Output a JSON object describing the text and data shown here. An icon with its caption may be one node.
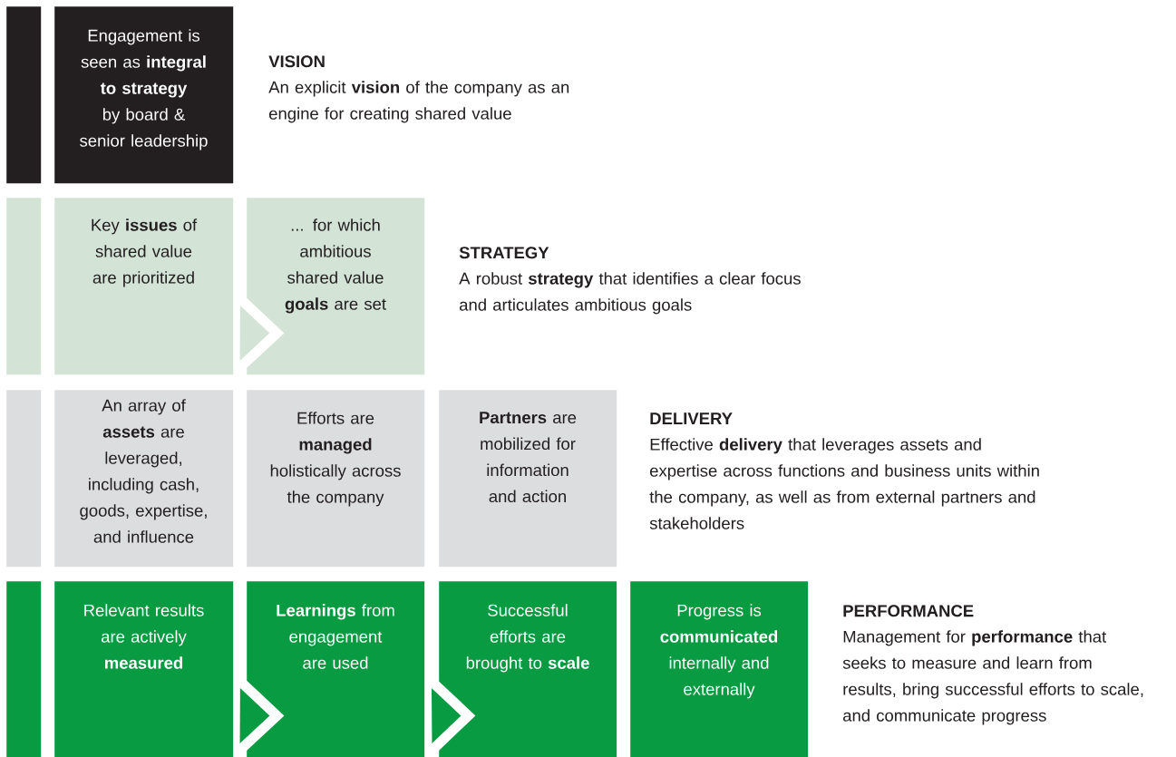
{
  "diagram": {
    "nodes": [
      {
        "text": [],
        "shape": "bar"
      },
      {
        "text": [
          "Engagement is seen as **integral to strategy** by board & senior leadership"
        ]
      },
      {
        "text": [],
        "shape": "bar"
      },
      {
        "text": [
          "Key **issues** of shared value are prioritized"
        ]
      },
      {
        "text": [
          "... for which ambitious shared value **goals** are set"
        ]
      },
      {
        "text": [],
        "shape": "bar"
      },
      {
        "text": [
          "An array of **assets** are leveraged, including cash, goods, expertise, and influence"
        ]
      },
      {
        "text": [
          "Efforts are **managed** holistically across the company"
        ]
      },
      {
        "text": [
          "**Partners** are mobilized for information and action"
        ]
      },
      {
        "text": [],
        "shape": "bar"
      },
      {
        "text": [
          "Relevant results are actively **measured**"
        ]
      },
      {
        "text": [
          "**Learnings** from engagement are used"
        ]
      },
      {
        "text": [
          "Successful efforts are brought to **scale**"
        ]
      },
      {
        "text": [
          "Progress is **communicated** internally and externally"
        ]
      }
    ],
    "edges": [
      {
        "from": 3,
        "to": 4,
        "arrow": "to"
      },
      {
        "from": 10,
        "to": 11,
        "arrow": "to"
      },
      {
        "from": 11,
        "to": 12,
        "arrow": "to"
      }
    ],
    "labels": [
      "VISION",
      "An explicit **vision** of the company as an engine for creating shared value",
      "STRATEGY",
      "A robust **strategy** that identifies a clear focus and articulates ambitious goals",
      "DELIVERY",
      "Effective **delivery** that leverages assets and expertise across functions and business units within the company, as well as from external partners and stakeholders",
      "PERFORMANCE",
      "Management for **performance** that seeks to measure and learn from results, bring successful efforts to scale, and communicate progress"
    ]
  }
}
